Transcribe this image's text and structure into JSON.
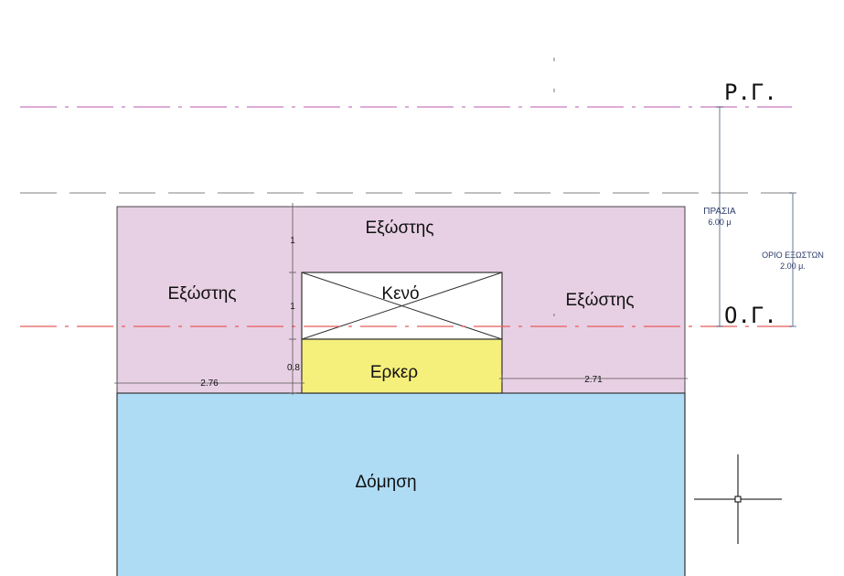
{
  "labels": {
    "rg": "Ρ.Γ.",
    "og": "Ο.Γ.",
    "prasia_title": "ΠΡΑΣΙΑ",
    "prasia_value": "6.00 μ",
    "orio_title": "ΟΡΙΟ ΕΞΩΣΤΩΝ",
    "orio_value": "2.00 μ.",
    "exostis_top": "Εξώστης",
    "exostis_left": "Εξώστης",
    "exostis_right": "Εξώστης",
    "keno": "Κενό",
    "erker": "Ερκερ",
    "domisi": "Δόμηση"
  },
  "dimensions": {
    "left_width": "2.76",
    "right_width": "2.71",
    "height_top": "1",
    "height_mid": "1",
    "height_bottom": "0.8"
  },
  "colors": {
    "balcony": "#e8d0e4",
    "building": "#afdcf5",
    "bay": "#f5ef7c",
    "void": "#ffffff",
    "rg_line": "#c77bc0",
    "og_line": "#e85a5a",
    "balcony_limit_line": "#9a9a9a",
    "dimension_text": "#2a3a6a"
  }
}
